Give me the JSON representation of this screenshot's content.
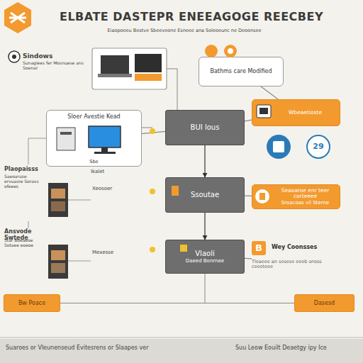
{
  "diagram": {
    "title": "ELBATE DASTEPR ENEEAGOGE REECBEY",
    "nodes": [
      {
        "text": [
          "Bathms care Modified"
        ]
      },
      {
        "text": [
          "Sloer Avestie Kead",
          "Sbe"
        ]
      },
      {
        "text": [
          "BUI lous"
        ]
      },
      {
        "text": [
          "Wbeaetioste"
        ]
      },
      {
        "text": [
          "29"
        ]
      },
      {
        "text": [
          "Ssoutae"
        ]
      },
      {
        "text": [
          "Seaoaroe enr teer corteeee",
          "Sroacoas vil Sterne"
        ]
      },
      {
        "text": [
          "Vlaoli",
          "Daeed Bonrnee"
        ]
      },
      {
        "text": [
          "B",
          "Wey Coonsses",
          "Tleaeee an sesese eeeb snoss ceeeteee"
        ]
      },
      {
        "text": [
          "Bw Poace"
        ]
      },
      {
        "text": [
          "Dasesd"
        ]
      }
    ],
    "edges": [
      {
        "from": 1,
        "to": 2,
        "arrow": "none"
      },
      {
        "from": 2,
        "to": 5,
        "arrow": "to"
      },
      {
        "from": 5,
        "to": 7,
        "arrow": "to"
      },
      {
        "from": 0,
        "to": 3,
        "arrow": "none"
      },
      {
        "from": 2,
        "to": 3,
        "arrow": "none"
      },
      {
        "from": 5,
        "to": 6,
        "arrow": "none"
      },
      {
        "from": 7,
        "to": 8,
        "arrow": "none"
      },
      {
        "from": 9,
        "to": 10,
        "arrow": "none"
      }
    ],
    "labels": [
      "Sindows",
      "Sunagiees fer Mosnuese ans Soenar",
      "Eiaopoeeu Bestve Sbeeveone Esneee ana Soleoeunc ne Deoonsee",
      "Ikalet",
      "Plaopaisss",
      "Saeoaruse ervuasre Soravs ofeees",
      "Xeosoer",
      "Ansvode Swtede",
      "Star Boeaeoe Sotaee eoeoe",
      "Mexesse",
      "Suaroes or Vleunenseud Evitesrens or Slaapes ver",
      "Suu Leow Eouilt Deaetgy ipy Ice"
    ]
  }
}
